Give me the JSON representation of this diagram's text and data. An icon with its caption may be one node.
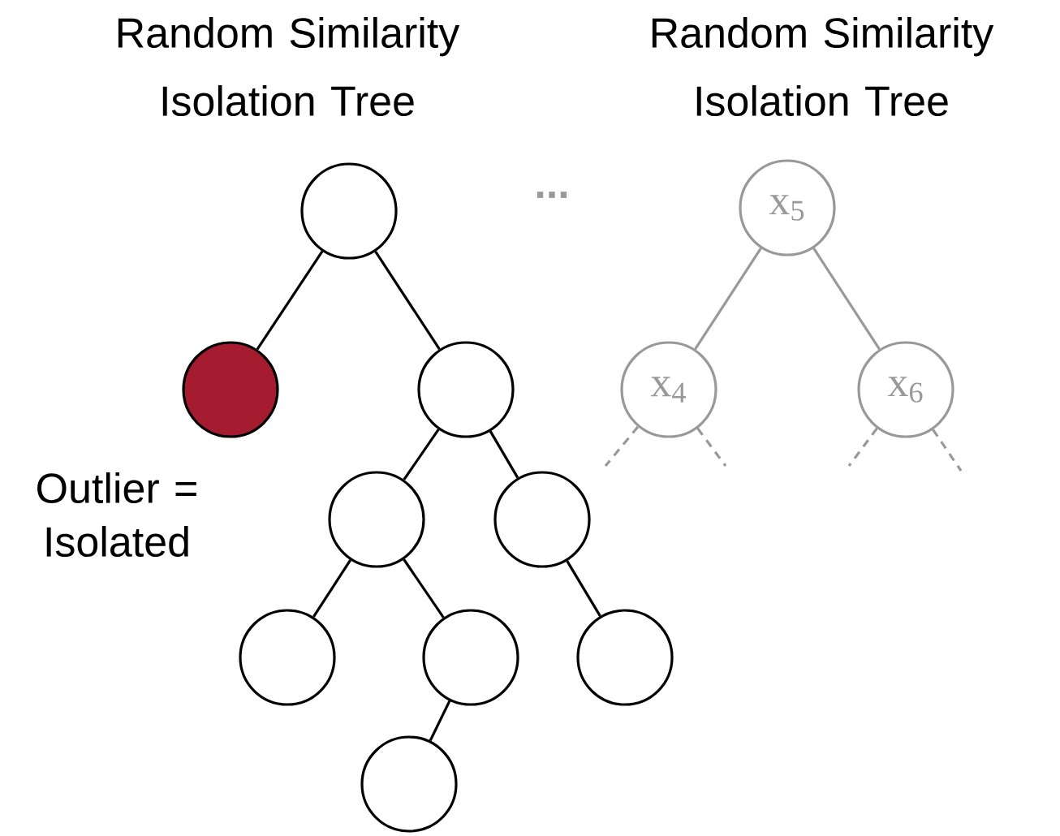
{
  "diagram": {
    "nodes": [
      {
        "text": [],
        "shape": "circle"
      },
      {
        "text": [],
        "shape": "circle",
        "beside": [
          "Outlier = Isolated"
        ]
      },
      {
        "text": [],
        "shape": "circle"
      },
      {
        "text": [],
        "shape": "circle"
      },
      {
        "text": [],
        "shape": "circle"
      },
      {
        "text": [],
        "shape": "circle"
      },
      {
        "text": [],
        "shape": "circle"
      },
      {
        "text": [],
        "shape": "circle"
      },
      {
        "text": [],
        "shape": "circle"
      },
      {
        "text": [
          "x$_{5}$"
        ]
      },
      {
        "text": [
          "x$_{4}$"
        ]
      },
      {
        "text": [
          "x$_{6}$"
        ]
      }
    ],
    "edges": [
      {
        "from": 0,
        "to": 1,
        "arrow": "none"
      },
      {
        "from": 0,
        "to": 2,
        "arrow": "none"
      },
      {
        "from": 2,
        "to": 3,
        "arrow": "none"
      },
      {
        "from": 2,
        "to": 4,
        "arrow": "none"
      },
      {
        "from": 3,
        "to": 5,
        "arrow": "none"
      },
      {
        "from": 3,
        "to": 6,
        "arrow": "none"
      },
      {
        "from": 4,
        "to": 7,
        "arrow": "none"
      },
      {
        "from": 6,
        "to": 8,
        "arrow": "none"
      },
      {
        "from": 9,
        "to": 10,
        "arrow": "none",
        "color": "#999999"
      },
      {
        "from": 9,
        "to": 11,
        "arrow": "none",
        "color": "#999999"
      },
      {
        "from": 10,
        "to": null,
        "arrow": "none",
        "style": "dashed",
        "color": "#999999"
      },
      {
        "from": 10,
        "to": null,
        "arrow": "none",
        "style": "dashed",
        "color": "#999999"
      },
      {
        "from": 11,
        "to": null,
        "arrow": "none",
        "style": "dashed",
        "color": "#999999"
      },
      {
        "from": 11,
        "to": null,
        "arrow": "none",
        "style": "dashed",
        "color": "#999999"
      }
    ],
    "labels": [
      "Random Similarity Isolation Tree",
      "Random Similarity Isolation Tree",
      "..."
    ]
  }
}
